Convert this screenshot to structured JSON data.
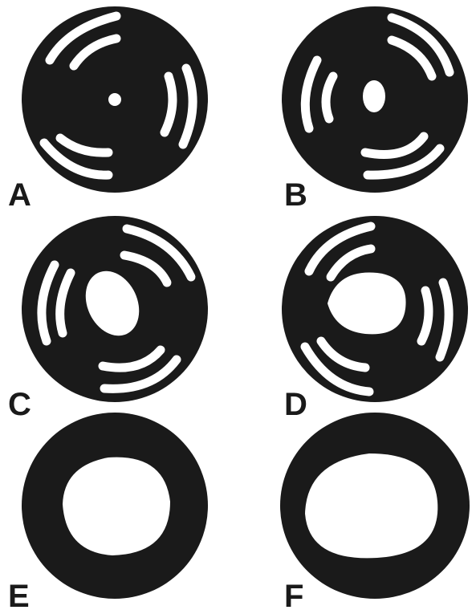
{
  "figure": {
    "panels": [
      {
        "id": "A",
        "label": "A"
      },
      {
        "id": "B",
        "label": "B"
      },
      {
        "id": "C",
        "label": "C"
      },
      {
        "id": "D",
        "label": "D"
      },
      {
        "id": "E",
        "label": "E"
      },
      {
        "id": "F",
        "label": "F"
      }
    ],
    "colors": {
      "disk": "#1a1a1a",
      "background": "#ffffff"
    }
  }
}
